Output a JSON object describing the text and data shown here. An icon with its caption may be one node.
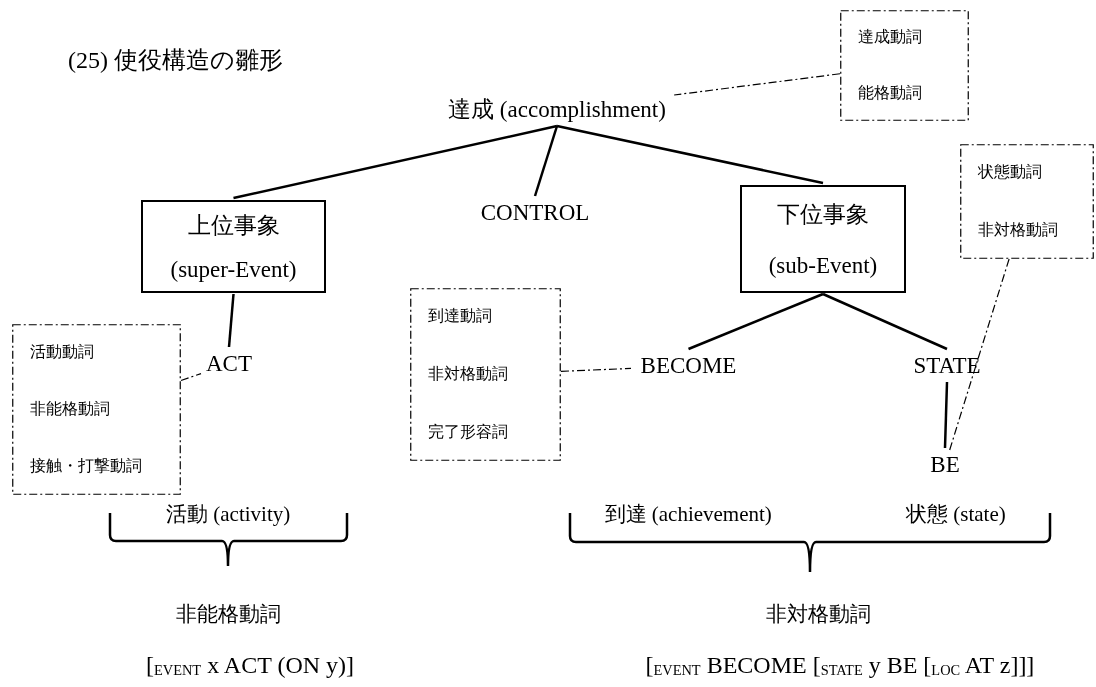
{
  "diagram": {
    "title": "(25) 使役構造の雛形",
    "nodes": [
      {
        "text": [
          "達成 (accomplishment)"
        ]
      },
      {
        "text": [
          "上位事象",
          "(super-Event)"
        ]
      },
      {
        "text": [
          "CONTROL"
        ]
      },
      {
        "text": [
          "下位事象",
          "(sub-Event)"
        ]
      },
      {
        "text": [
          "ACT"
        ]
      },
      {
        "text": [
          "BECOME"
        ]
      },
      {
        "text": [
          "STATE"
        ]
      },
      {
        "text": [
          "BE"
        ]
      },
      {
        "text": [
          "達成動詞",
          "能格動詞"
        ]
      },
      {
        "text": [
          "活動動詞",
          "非能格動詞",
          "接触・打撃動詞"
        ]
      },
      {
        "text": [
          "到達動詞",
          "非対格動詞",
          "完了形容詞"
        ]
      },
      {
        "text": [
          "状態動詞",
          "非対格動詞"
        ]
      }
    ],
    "edges": [
      {
        "from": 0,
        "to": 1,
        "arrow": "none"
      },
      {
        "from": 0,
        "to": 2,
        "arrow": "none"
      },
      {
        "from": 0,
        "to": 3,
        "arrow": "none"
      },
      {
        "from": 1,
        "to": 4,
        "arrow": "none"
      },
      {
        "from": 3,
        "to": 5,
        "arrow": "none"
      },
      {
        "from": 3,
        "to": 6,
        "arrow": "none"
      },
      {
        "from": 6,
        "to": 7,
        "arrow": "none"
      },
      {
        "from": 8,
        "to": 0,
        "arrow": "none",
        "style": "dashed"
      },
      {
        "from": 9,
        "to": 4,
        "arrow": "none",
        "style": "dashed"
      },
      {
        "from": 10,
        "to": 5,
        "arrow": "none",
        "style": "dashed"
      },
      {
        "from": 11,
        "to": 7,
        "arrow": "none",
        "style": "dashed"
      }
    ],
    "labels": [
      "活動 (activity)",
      "到達 (achievement)",
      "状態 (state)",
      "非能格動詞",
      "[$_{EVENT}$ x ACT (ON y)]",
      "非対格動詞",
      "[$_{EVENT}$ BECOME [$_{STATE}$ y BE [$_{LOC}$ AT z]]]"
    ]
  }
}
